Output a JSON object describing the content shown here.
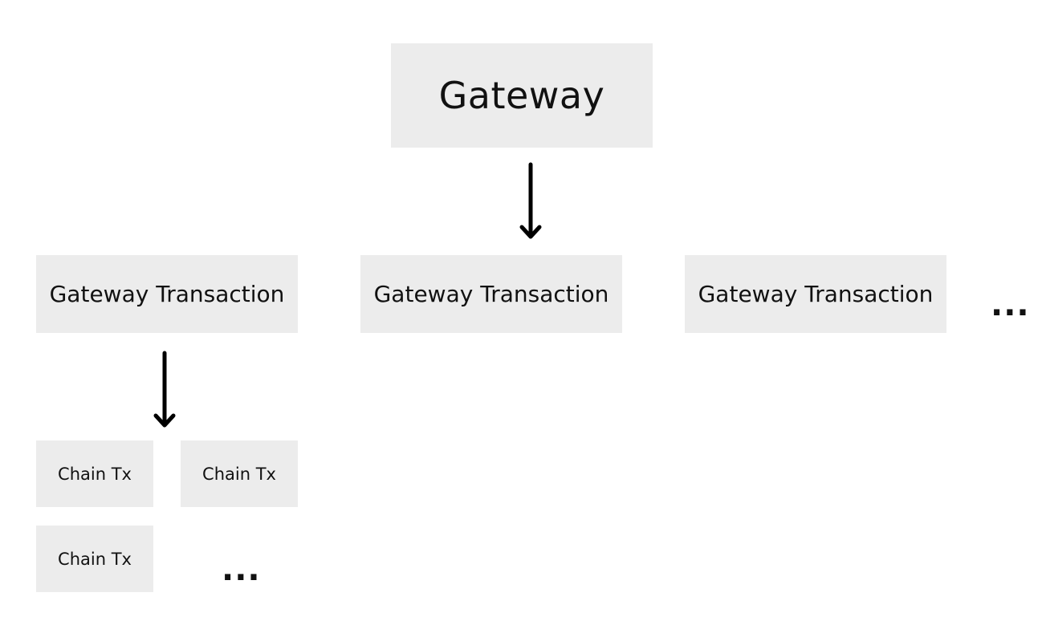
{
  "diagram": {
    "root": {
      "label": "Gateway"
    },
    "transactions": [
      {
        "label": "Gateway Transaction"
      },
      {
        "label": "Gateway Transaction"
      },
      {
        "label": "Gateway Transaction"
      }
    ],
    "transactions_more": "...",
    "chain_txs": [
      {
        "label": "Chain Tx"
      },
      {
        "label": "Chain Tx"
      },
      {
        "label": "Chain Tx"
      }
    ],
    "chain_txs_more": "...",
    "colors": {
      "box_fill": "#ececec",
      "text": "#111111",
      "arrow": "#000000"
    }
  }
}
